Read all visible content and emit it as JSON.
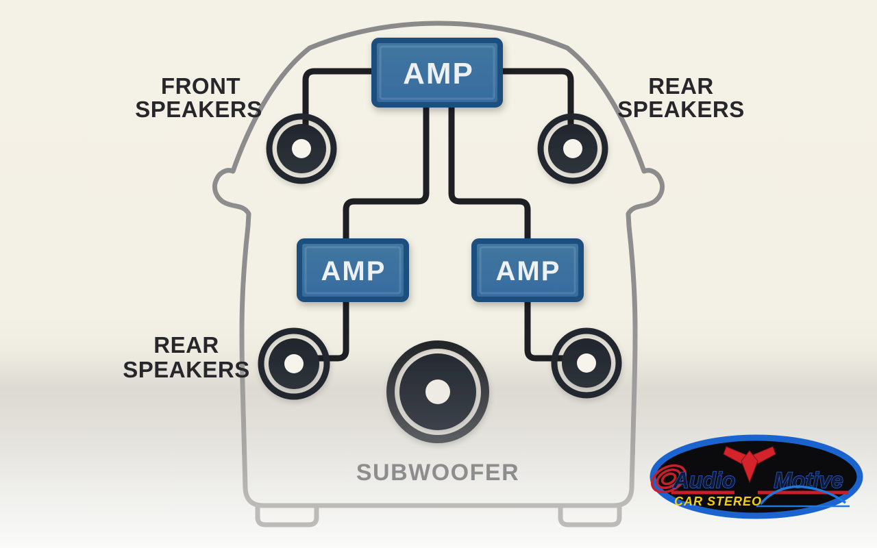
{
  "diagram": {
    "front_speakers_label": {
      "line1": "FRONT",
      "line2": "SPEAKERS"
    },
    "rear_speakers_top_label": {
      "line1": "REAR",
      "line2": "SPEAKERS"
    },
    "rear_speakers_bottom_label": {
      "line1": "REAR",
      "line2": "SPEAKERS"
    },
    "subwoofer_label": "SUBWOOFER",
    "amp_top_label": "AMP",
    "amp_left_label": "AMP",
    "amp_right_label": "AMP"
  },
  "logo": {
    "brand_word1": "Audio",
    "brand_word2": "Motive",
    "tagline": "CAR STEREO"
  },
  "colors": {
    "background_top": "#f4f1e6",
    "background_bottom": "#fafaf8",
    "amp_fill": "#3b70a1",
    "amp_border": "#1e4f7e",
    "wire": "#1e1f22",
    "speaker_dark": "#262a31",
    "label_text": "#27272b",
    "subwoofer_label_text": "#8d8d8d",
    "car_outline": "#8f8f8f",
    "logo_border_blue": "#1b64cf",
    "logo_red": "#d4232b",
    "logo_yellow": "#f2cf15",
    "logo_navy": "#0f1a38"
  }
}
